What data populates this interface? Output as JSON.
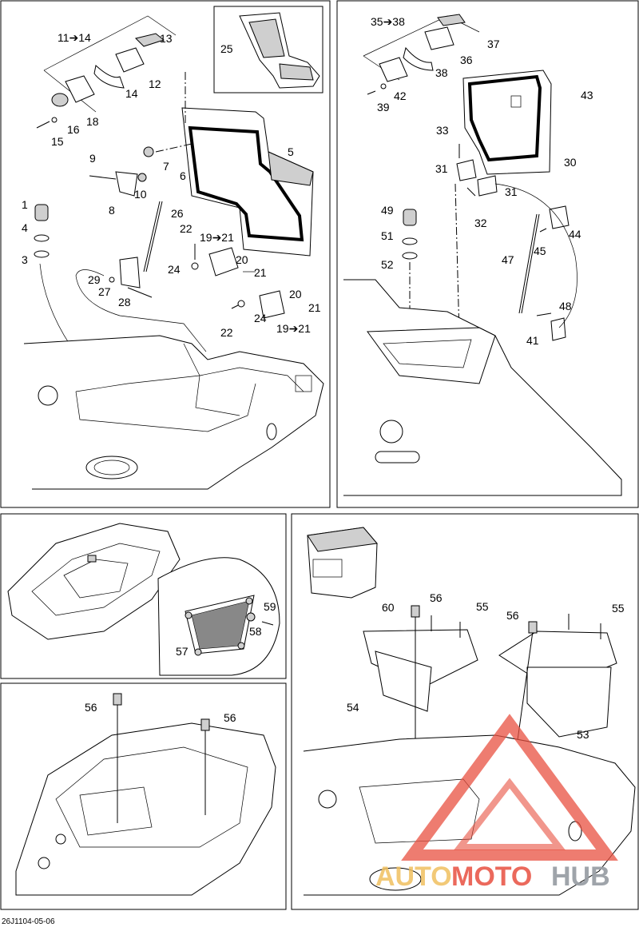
{
  "diagram_code": "26J1104-05-06",
  "watermark": {
    "part1": "AUTO",
    "part2": "MOTO",
    "part3": "HUB"
  },
  "panels": [
    {
      "name": "front-storage-panel",
      "labels": [
        "1",
        "3",
        "4",
        "5",
        "6",
        "7",
        "8",
        "9",
        "10",
        "11➔14",
        "12",
        "13",
        "14",
        "15",
        "16",
        "18",
        "19➔21",
        "19➔21",
        "20",
        "20",
        "21",
        "21",
        "22",
        "22",
        "24",
        "24",
        "25",
        "26",
        "27",
        "28",
        "29"
      ]
    },
    {
      "name": "glovebox-panel",
      "labels": [
        "30",
        "31",
        "31",
        "32",
        "33",
        "35➔38",
        "36",
        "37",
        "38",
        "39",
        "41",
        "42",
        "43",
        "44",
        "45",
        "47",
        "48",
        "49",
        "51",
        "52"
      ]
    },
    {
      "name": "net-panel",
      "labels": [
        "57",
        "58",
        "59"
      ]
    },
    {
      "name": "bow-fasteners-panel",
      "labels": [
        "56",
        "56"
      ]
    },
    {
      "name": "cooler-bin-panel",
      "labels": [
        "53",
        "54",
        "55",
        "55",
        "56",
        "56",
        "60"
      ]
    }
  ],
  "labels": {
    "l1": "1",
    "l3": "3",
    "l4": "4",
    "l5": "5",
    "l6": "6",
    "l7": "7",
    "l8": "8",
    "l9": "9",
    "l10": "10",
    "l11": "11➔14",
    "l12": "12",
    "l13": "13",
    "l14": "14",
    "l15": "15",
    "l16": "16",
    "l18": "18",
    "l19a": "19➔21",
    "l19b": "19➔21",
    "l20a": "20",
    "l20b": "20",
    "l21a": "21",
    "l21b": "21",
    "l22a": "22",
    "l22b": "22",
    "l24a": "24",
    "l24b": "24",
    "l25": "25",
    "l26": "26",
    "l27": "27",
    "l28": "28",
    "l29": "29",
    "l30": "30",
    "l31a": "31",
    "l31b": "31",
    "l32": "32",
    "l33": "33",
    "l35": "35➔38",
    "l36": "36",
    "l37": "37",
    "l38": "38",
    "l39": "39",
    "l41": "41",
    "l42": "42",
    "l43": "43",
    "l44": "44",
    "l45": "45",
    "l47": "47",
    "l48": "48",
    "l49": "49",
    "l51": "51",
    "l52": "52",
    "l57": "57",
    "l58": "58",
    "l59": "59",
    "l56a": "56",
    "l56b": "56",
    "l53": "53",
    "l54": "54",
    "l55a": "55",
    "l55b": "55",
    "l56c": "56",
    "l56d": "56",
    "l60": "60"
  }
}
